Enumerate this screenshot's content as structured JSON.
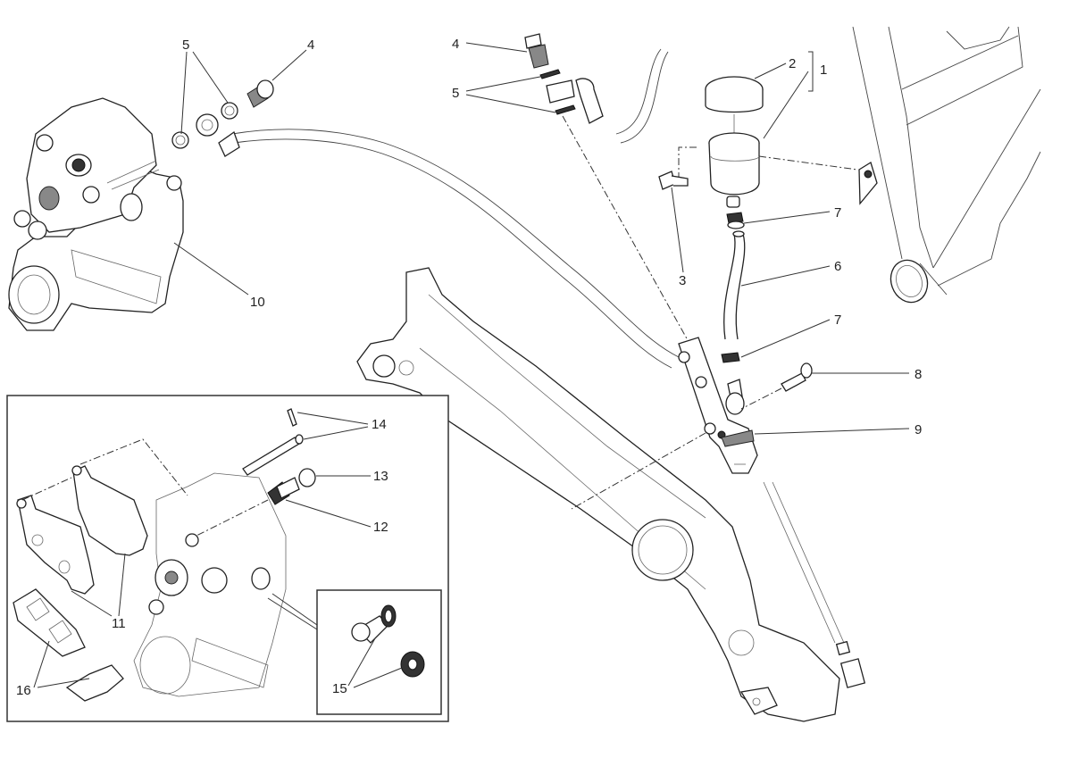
{
  "diagram": {
    "subject": "Rear brake system exploded parts view",
    "callouts": [
      {
        "id": "c1",
        "label": "1",
        "part": "rear brake fluid reservoir assembly"
      },
      {
        "id": "c2",
        "label": "2",
        "part": "reservoir cap"
      },
      {
        "id": "c3",
        "label": "3",
        "part": "reservoir mounting screw"
      },
      {
        "id": "c4a",
        "label": "4",
        "part": "banjo bolt (caliper)"
      },
      {
        "id": "c4b",
        "label": "4",
        "part": "banjo bolt (master cylinder)"
      },
      {
        "id": "c5a",
        "label": "5",
        "part": "sealing washers (caliper)"
      },
      {
        "id": "c5b",
        "label": "5",
        "part": "sealing washers (master cylinder)"
      },
      {
        "id": "c6",
        "label": "6",
        "part": "reservoir hose"
      },
      {
        "id": "c7a",
        "label": "7",
        "part": "hose clamp (upper)"
      },
      {
        "id": "c7b",
        "label": "7",
        "part": "hose clamp (lower)"
      },
      {
        "id": "c8",
        "label": "8",
        "part": "master cylinder mounting screw"
      },
      {
        "id": "c9",
        "label": "9",
        "part": "rear brake master cylinder"
      },
      {
        "id": "c10",
        "label": "10",
        "part": "rear brake caliper"
      },
      {
        "id": "c11",
        "label": "11",
        "part": "brake pads"
      },
      {
        "id": "c12",
        "label": "12",
        "part": "bleed valve"
      },
      {
        "id": "c13",
        "label": "13",
        "part": "bleed valve cap"
      },
      {
        "id": "c14",
        "label": "14",
        "part": "pad pin and clip"
      },
      {
        "id": "c15",
        "label": "15",
        "part": "bush and seal kit"
      },
      {
        "id": "c16",
        "label": "16",
        "part": "pad springs"
      }
    ]
  }
}
